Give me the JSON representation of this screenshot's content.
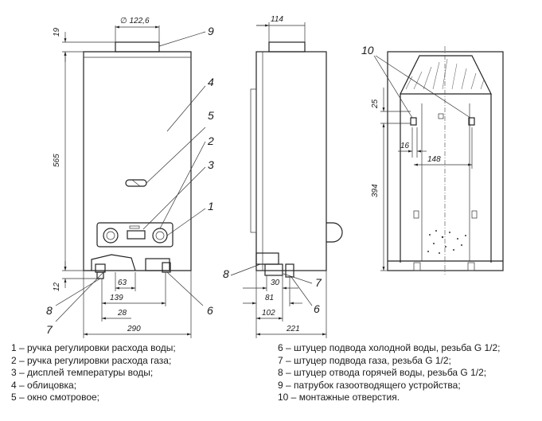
{
  "front_view": {
    "dims": {
      "pipe_diameter": "∅ 122,6",
      "top_gap": "19",
      "height": "565",
      "bottom_gap": "12",
      "d63": "63",
      "d139": "139",
      "d28": "28",
      "width": "290"
    },
    "callouts": [
      "9",
      "4",
      "5",
      "2",
      "3",
      "1",
      "8",
      "7",
      "6"
    ]
  },
  "side_view": {
    "dims": {
      "depth_top": "114",
      "d30": "30",
      "d81": "81",
      "d102": "102",
      "depth": "221"
    },
    "callouts": [
      "8",
      "7",
      "6"
    ]
  },
  "back_view": {
    "dims": {
      "d25": "25",
      "d16": "16",
      "d148": "148",
      "d394": "394"
    },
    "callouts": [
      "10"
    ]
  },
  "legend": {
    "left": [
      "1 – ручка регулировки расхода воды;",
      "2 – ручка регулировки расхода газа;",
      "3 – дисплей температуры воды;",
      "4 – облицовка;",
      "5 – окно смотровое;"
    ],
    "right": [
      "6 – штуцер подвода холодной воды, резьба G 1/2;",
      "7 – штуцер подвода газа, резьба G 1/2;",
      "8 – штуцер отвода горячей воды, резьба G 1/2;",
      "9 – патрубок газоотводящего устройства;",
      "10 – монтажные отверстия."
    ]
  }
}
